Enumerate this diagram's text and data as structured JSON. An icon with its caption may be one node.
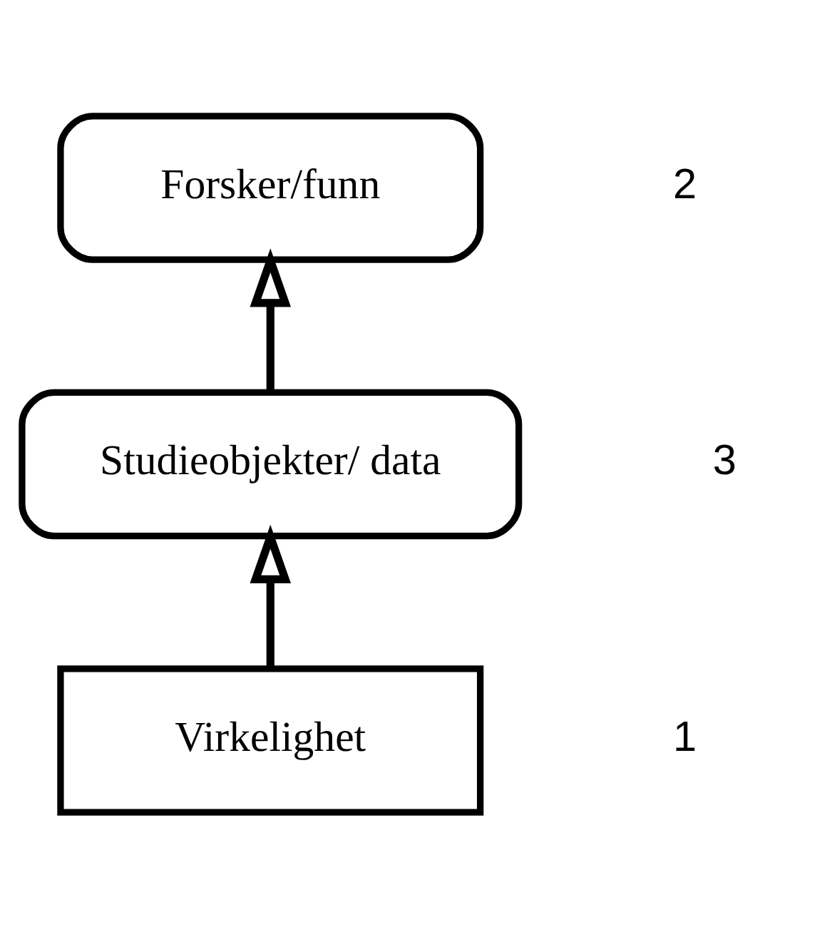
{
  "diagram": {
    "nodes": [
      {
        "text": [
          "Forsker/funn"
        ]
      },
      {
        "text": [
          "Studieobjekter/ data"
        ]
      },
      {
        "text": [
          "Virkelighet"
        ]
      }
    ],
    "edges": [
      {
        "from": 2,
        "to": 1,
        "arrow": "to"
      },
      {
        "from": 1,
        "to": 0,
        "arrow": "to"
      }
    ],
    "labels": [
      "2",
      "3",
      "1"
    ]
  }
}
